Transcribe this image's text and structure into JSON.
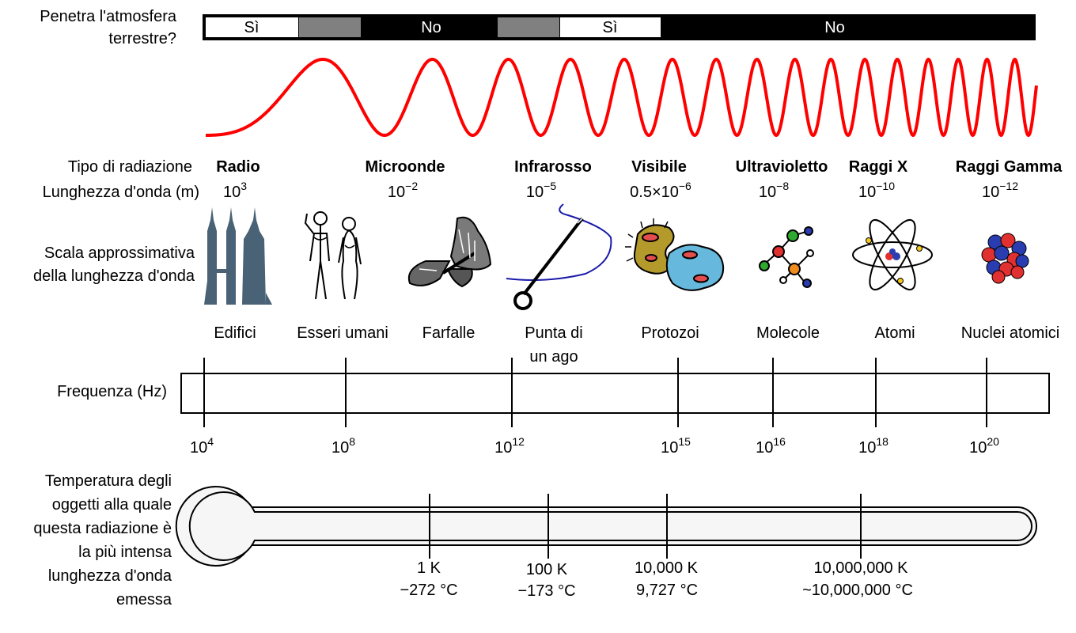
{
  "atmosphere": {
    "label_lines": [
      "Penetra l'atmosfera",
      "terrestre?"
    ],
    "segments": [
      {
        "text": "Sì",
        "fill": "white"
      },
      {
        "text": "",
        "fill": "gray"
      },
      {
        "text": "No",
        "fill": "black"
      },
      {
        "text": "",
        "fill": "gray"
      },
      {
        "text": "Sì",
        "fill": "white"
      },
      {
        "text": "No",
        "fill": "black"
      }
    ]
  },
  "row_labels": {
    "type": "Tipo di radiazione",
    "wavelength": "Lunghezza d'onda (m)",
    "scale_lines": [
      "Scala approssimativa",
      "della lunghezza d'onda"
    ],
    "frequency": "Frequenza (Hz)",
    "temperature_lines": [
      "Temperatura degli",
      "oggetti alla quale",
      "questa radiazione è",
      "la più intensa",
      "lunghezza d'onda",
      "emessa"
    ]
  },
  "radiation_types": [
    {
      "name": "Radio",
      "wl_base": "10",
      "wl_exp": "3"
    },
    {
      "name": "Microonde",
      "wl_base": "10",
      "wl_exp": "−2"
    },
    {
      "name": "Infrarosso",
      "wl_base": "10",
      "wl_exp": "−5"
    },
    {
      "name": "Visibile",
      "wl_base": "0.5×10",
      "wl_exp": "−6"
    },
    {
      "name": "Ultravioletto",
      "wl_base": "10",
      "wl_exp": "−8"
    },
    {
      "name": "Raggi X",
      "wl_base": "10",
      "wl_exp": "−10"
    },
    {
      "name": "Raggi Gamma",
      "wl_base": "10",
      "wl_exp": "−12"
    }
  ],
  "scale_objects": [
    {
      "lines": [
        "Edifici"
      ],
      "icon": "buildings-icon"
    },
    {
      "lines": [
        "Esseri umani"
      ],
      "icon": "humans-icon"
    },
    {
      "lines": [
        "Farfalle"
      ],
      "icon": "butterfly-icon"
    },
    {
      "lines": [
        "Punta di",
        "un ago"
      ],
      "icon": "needle-icon"
    },
    {
      "lines": [
        "Protozoi"
      ],
      "icon": "protozoa-icon"
    },
    {
      "lines": [
        "Molecole"
      ],
      "icon": "molecule-icon"
    },
    {
      "lines": [
        "Atomi"
      ],
      "icon": "atom-icon"
    },
    {
      "lines": [
        "Nuclei atomici"
      ],
      "icon": "nucleus-icon"
    }
  ],
  "frequency_ticks": [
    {
      "base": "10",
      "exp": "4"
    },
    {
      "base": "10",
      "exp": "8"
    },
    {
      "base": "10",
      "exp": "12"
    },
    {
      "base": "10",
      "exp": "15"
    },
    {
      "base": "10",
      "exp": "16"
    },
    {
      "base": "10",
      "exp": "18"
    },
    {
      "base": "10",
      "exp": "20"
    }
  ],
  "temperature_ticks": [
    {
      "kelvin": "1 K",
      "celsius": "−272 °C"
    },
    {
      "kelvin": "100 K",
      "celsius": "−173 °C"
    },
    {
      "kelvin": "10,000 K",
      "celsius": "9,727 °C"
    },
    {
      "kelvin": "10,000,000 K",
      "celsius": "~10,000,000 °C"
    }
  ],
  "colors": {
    "wave": "#ff0000",
    "gray_band": "#808080",
    "building": "#4a6275",
    "needle_thread": "#1a1aaa",
    "thermometer_fill": "#f6f6f6"
  }
}
